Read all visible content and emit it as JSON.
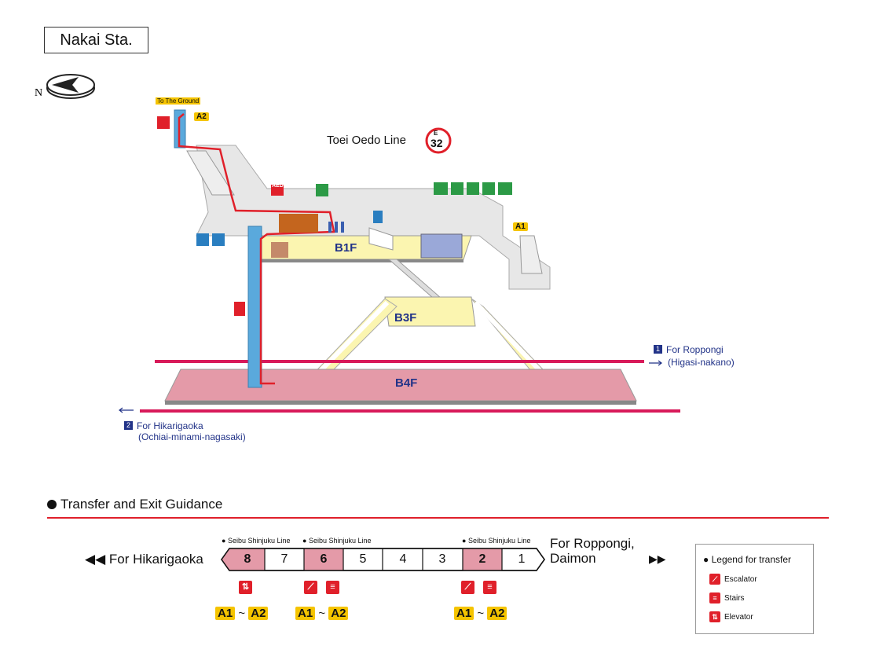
{
  "station_name": "Nakai Sta.",
  "north_label": "N",
  "line_name": "Toei Oedo Line",
  "line_code_letter": "E",
  "line_code_number": "32",
  "to_ground_label": "To The Ground",
  "floors": [
    "B1F",
    "B3F",
    "B4F"
  ],
  "exits": [
    "A1",
    "A2"
  ],
  "aed_label": "AED",
  "direction_1": {
    "number": "1",
    "label": "For Roppongi",
    "sub": "(Higasi-nakano)"
  },
  "direction_2": {
    "number": "2",
    "label": "For Hikarigaoka",
    "sub": "(Ochiai-minami-nagasaki)"
  },
  "transfer": {
    "section_title": "Transfer and Exit Guidance",
    "left_label": "For Hikarigaoka",
    "right_label_1": "For Roppongi,",
    "right_label_2": "Daimon",
    "cars": [
      "8",
      "7",
      "6",
      "5",
      "4",
      "3",
      "2",
      "1"
    ],
    "highlighted_cars": [
      "8",
      "6",
      "2"
    ],
    "transfer_line": "Seibu Shinjuku Line",
    "tilde": "~"
  },
  "legend": {
    "title": "Legend for transfer",
    "items": [
      "Escalator",
      "Stairs",
      "Elevator"
    ]
  },
  "colors": {
    "red": "#e0202a",
    "pink": "#e49aa8",
    "yellow": "#fbf5b0",
    "gold": "#f5c400",
    "blue": "#5aa9dc",
    "green": "#2c9a46",
    "navy": "#223388"
  }
}
